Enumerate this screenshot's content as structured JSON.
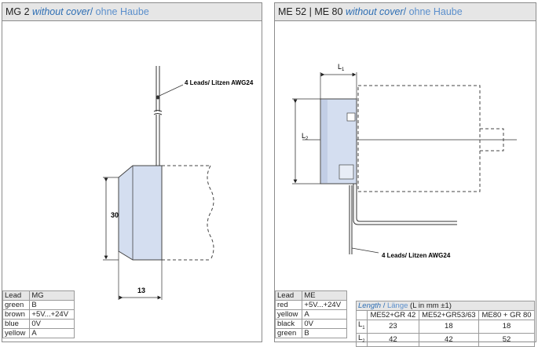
{
  "left": {
    "title_model": "MG 2",
    "title_en": "without cover",
    "title_sep": "/",
    "title_de": "ohne Haube",
    "drawing": {
      "leads_label": "4 Leads/ Litzen AWG24",
      "dim_height": "30",
      "dim_width": "13"
    },
    "table": {
      "header": [
        "Lead",
        "MG"
      ],
      "rows": [
        [
          "green",
          "B"
        ],
        [
          "brown",
          "+5V...+24V"
        ],
        [
          "blue",
          "0V"
        ],
        [
          "yellow",
          "A"
        ]
      ]
    }
  },
  "right": {
    "title_model": "ME 52 | ME 80",
    "title_en": "without cover",
    "title_sep": "/",
    "title_de": "ohne Haube",
    "drawing": {
      "l1": "L",
      "l1_sub": "1",
      "l2": "L",
      "l2_sub": "2",
      "leads_label": "4 Leads/ Litzen AWG24"
    },
    "lead_table": {
      "header": [
        "Lead",
        "ME"
      ],
      "rows": [
        [
          "red",
          "+5V...+24V"
        ],
        [
          "yellow",
          "A"
        ],
        [
          "black",
          "0V"
        ],
        [
          "green",
          "B"
        ]
      ]
    },
    "length_table": {
      "title_en": "Length",
      "title_sep": " / ",
      "title_de": "Länge",
      "title_unit": " (L in mm ±1)",
      "columns": [
        "ME52+GR 42",
        "ME52+GR53/63",
        "ME80 + GR 80"
      ],
      "rows": [
        {
          "label": "L",
          "sub": "1",
          "values": [
            "23",
            "18",
            "18"
          ]
        },
        {
          "label": "L",
          "sub": "2",
          "values": [
            "42",
            "42",
            "52"
          ]
        }
      ]
    }
  }
}
